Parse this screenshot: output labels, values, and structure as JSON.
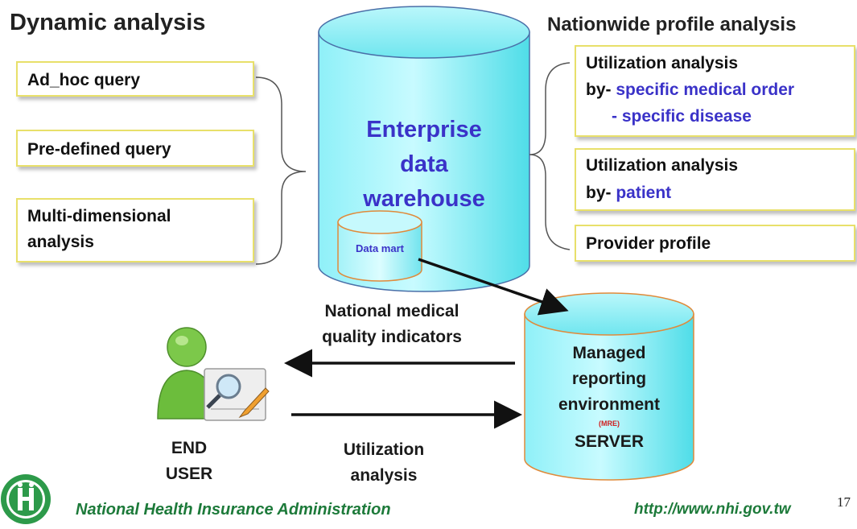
{
  "headings": {
    "left": "Dynamic analysis",
    "right": "Nationwide profile analysis"
  },
  "left_boxes": [
    {
      "label": "Ad_hoc query"
    },
    {
      "label": "Pre-defined query"
    },
    {
      "line1": "Multi-dimensional",
      "line2": "analysis"
    }
  ],
  "warehouse": {
    "line1": "Enterprise",
    "line2": "data",
    "line3": "warehouse",
    "mart": "Data mart"
  },
  "right_boxes": {
    "box1": {
      "line1": "Utilization analysis",
      "prefix": "by-",
      "item1": "specific medical order",
      "item2": "- specific disease"
    },
    "box2": {
      "line1": "Utilization analysis",
      "prefix": "by-",
      "item1": "patient"
    },
    "box3": {
      "label": "Provider profile"
    }
  },
  "mre": {
    "line1": "Managed",
    "line2": "reporting",
    "line3": "environment",
    "abbr": "(MRE)",
    "line4": "SERVER"
  },
  "arrows": {
    "top_label_line1": "National medical",
    "top_label_line2": "quality indicators",
    "bottom_label_line1": "Utilization",
    "bottom_label_line2": "analysis"
  },
  "end_user": {
    "line1": "END",
    "line2": "USER"
  },
  "footer": {
    "org": "National Health Insurance Administration",
    "url": "http://www.nhi.gov.tw",
    "page": "17"
  },
  "colors": {
    "cylinder": "#6fe8f2",
    "box_border": "#e8e06a",
    "blue_text": "#3a32c8",
    "footer_green": "#1d7a3a",
    "mre_red": "#d02020"
  }
}
